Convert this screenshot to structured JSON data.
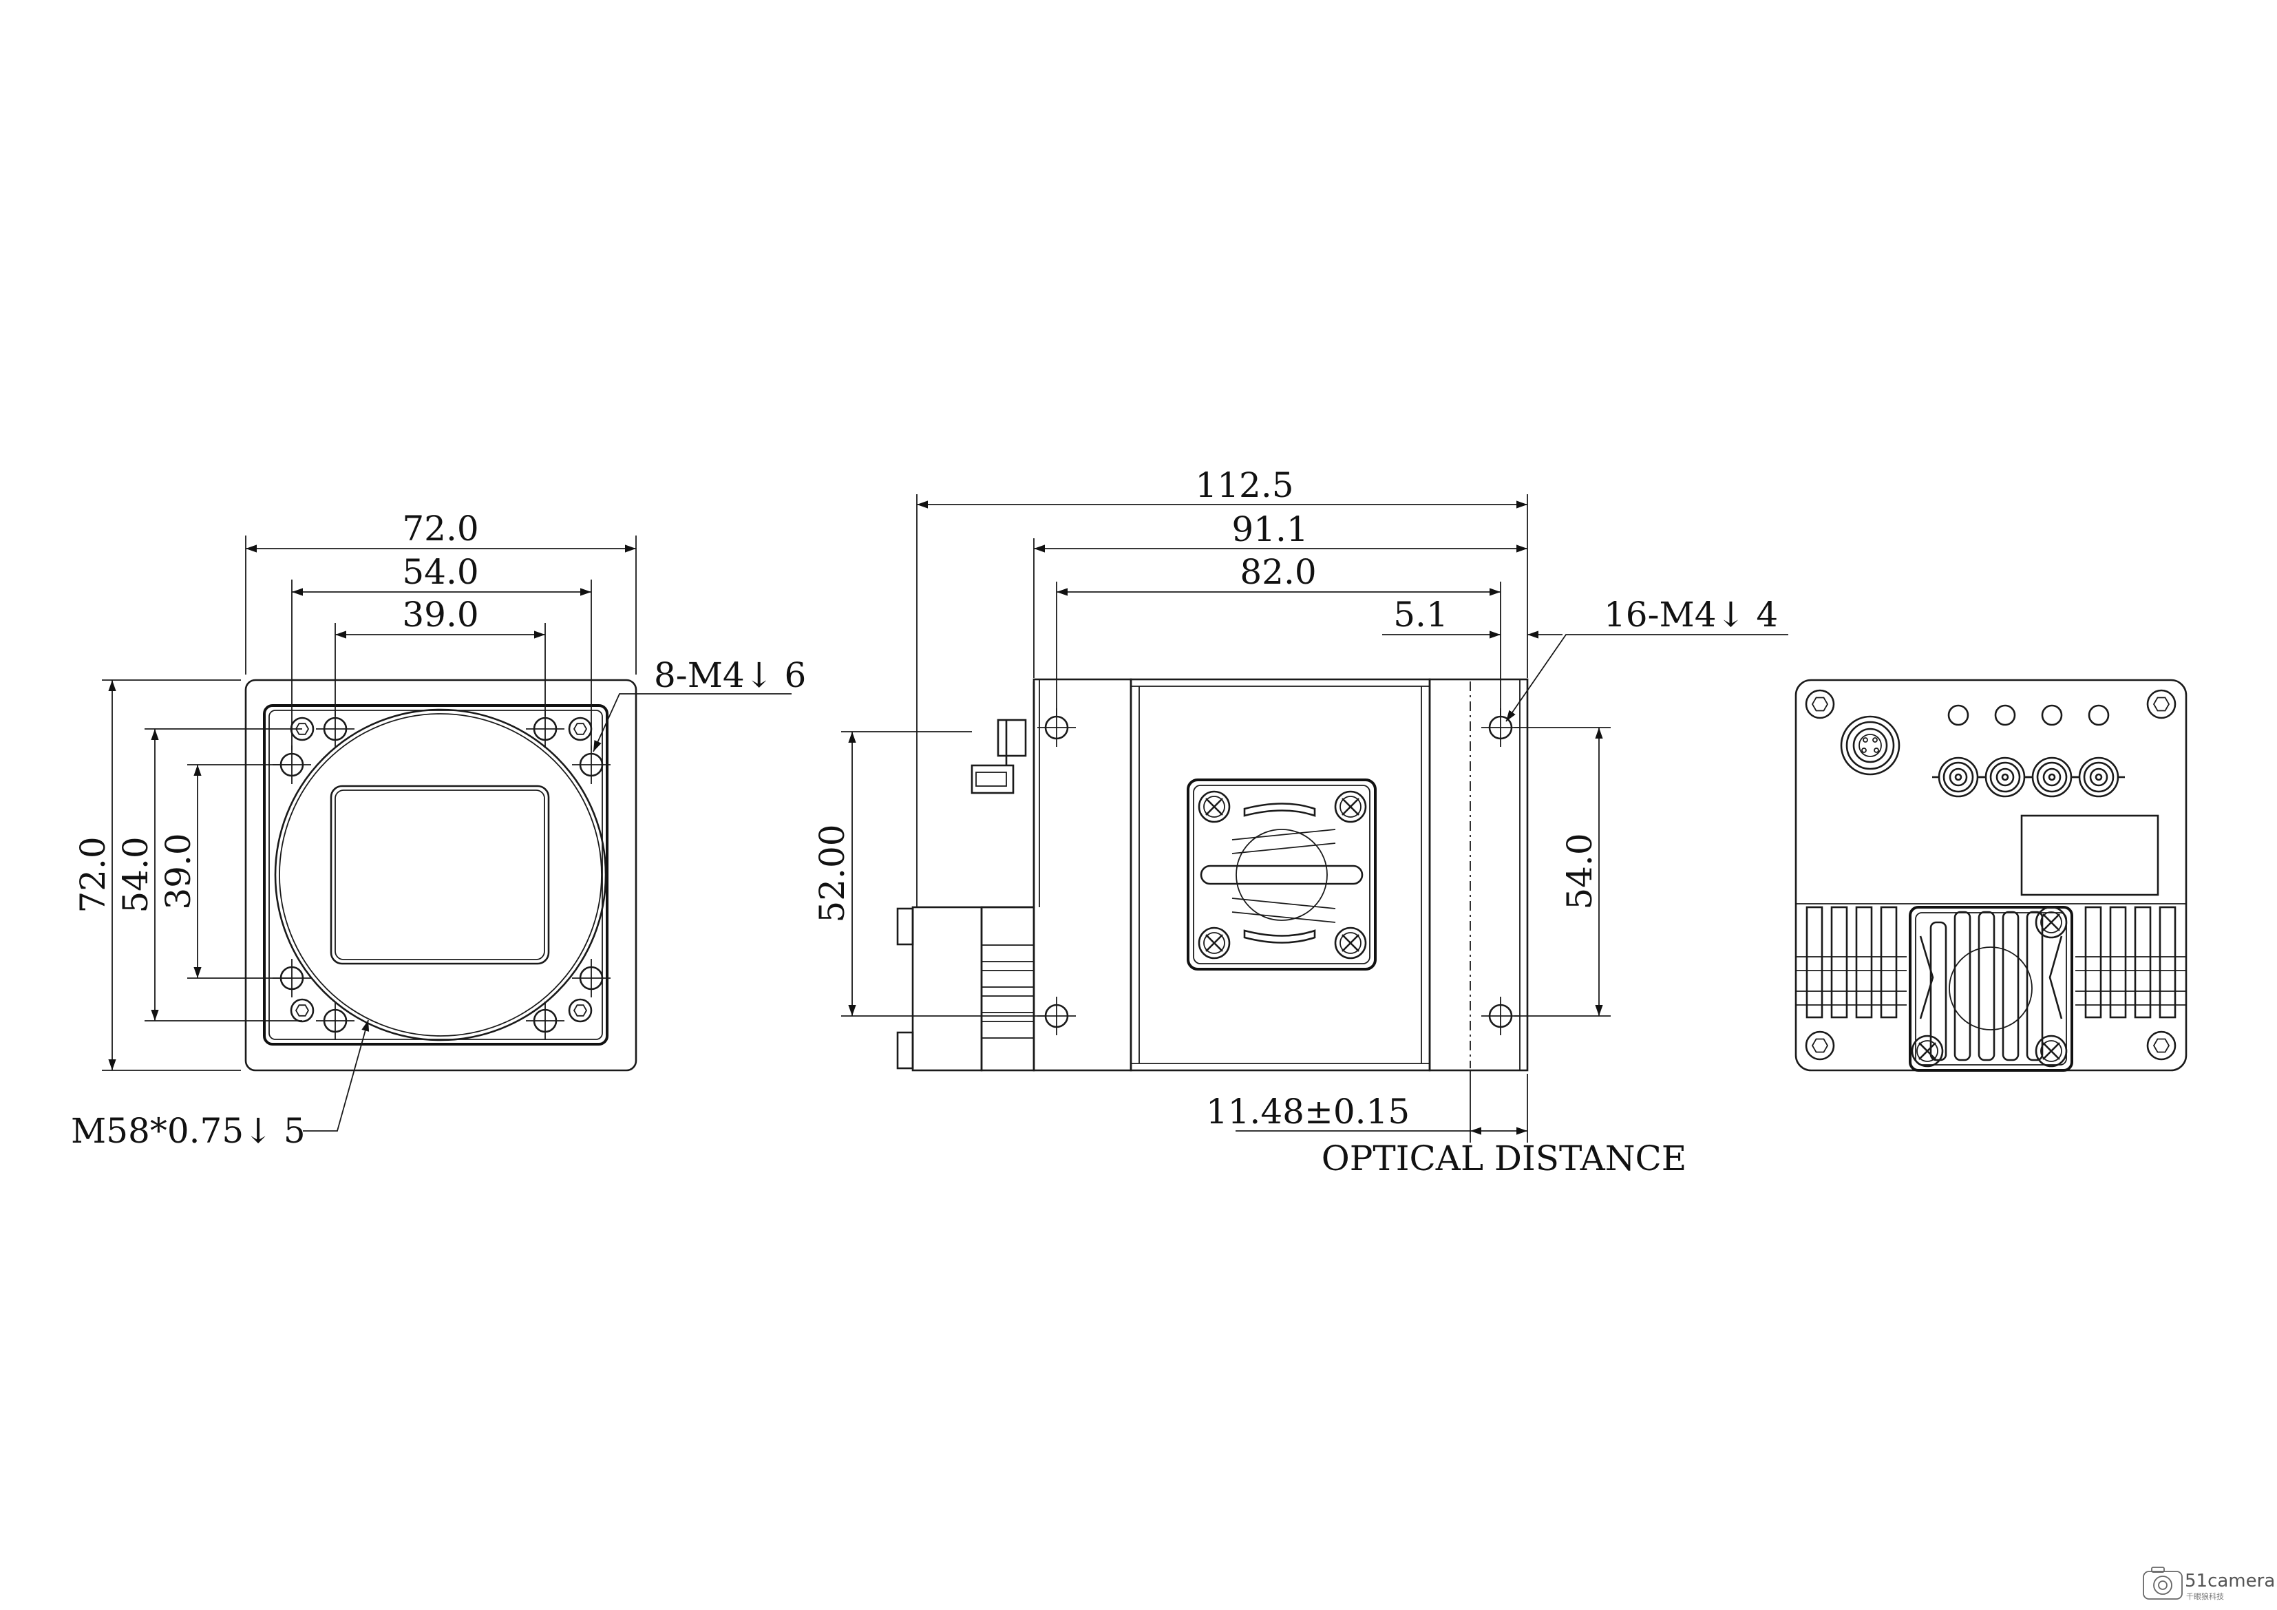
{
  "front_view": {
    "width_outer": "72.0",
    "width_mid": "54.0",
    "width_inner": "39.0",
    "height_outer": "72.0",
    "height_mid": "54.0",
    "height_inner": "39.0",
    "holes_callout": "8-M4↓ 6",
    "thread_callout": "M58*0.75↓ 5"
  },
  "side_view": {
    "length_total": "112.5",
    "length_2": "91.1",
    "length_3": "82.0",
    "length_4": "5.1",
    "holes_callout": "16-M4↓ 4",
    "height_left": "52.00",
    "height_right": "54.0",
    "optical_value": "11.48±0.15",
    "optical_label": "OPTICAL DISTANCE"
  },
  "watermark": {
    "logo": "51camera",
    "caption": "千眼狼科技"
  }
}
